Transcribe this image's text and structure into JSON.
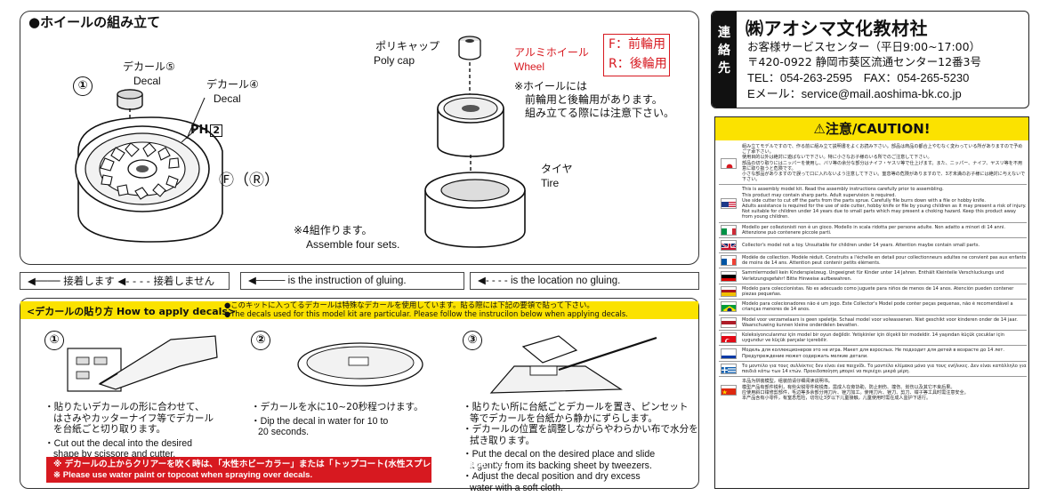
{
  "section_title": "●ホイールの組み立て",
  "labels": {
    "step_num": "①",
    "decal5_jp": "デカール⑤",
    "decal5_en": "Decal",
    "decal4_jp": "デカール④",
    "decal4_en": "Decal",
    "part_code": "PH",
    "part_code_num": "2",
    "front_rear": "Ⓕ（Ⓡ）",
    "poly_cap_jp": "ポリキャップ",
    "poly_cap_en": "Poly cap",
    "wheel_jp": "アルミホイール",
    "wheel_en": "Wheel",
    "wheel_front": "F：前輪用",
    "wheel_rear": "R：後輪用",
    "wheel_note_1": "※ホイールには",
    "wheel_note_2": "前輪用と後輪用があります。",
    "wheel_note_3": "組み立てる際には注意下さい。",
    "tire_jp": "タイヤ",
    "tire_en": "Tire",
    "sets_jp": "※4組作ります。",
    "sets_en": "Assemble four sets."
  },
  "legend": {
    "glue_jp": "接着します",
    "noglue_jp": "接着しません",
    "glue_en": "is the instruction of gluing.",
    "noglue_en": "is the location no gluing."
  },
  "decal": {
    "title": "<デカールの貼り方 How to apply decals>",
    "note_1": "●このキットに入ってるデカールは特殊なデカールを使用しています。貼る際には下記の要領で貼って下さい。",
    "note_2": "●The decals used for this model kit are particular. Please follow the instrucilon below when applying decals.",
    "steps": [
      {
        "num": "①",
        "jp": [
          "・貼りたいデカールの形に合わせて、",
          "はさみやカッターナイフ等でデカール",
          "を台紙ごと切り取ります。"
        ],
        "en": [
          "・Cut out the decal into the desired",
          "shape by scissore and cutter."
        ]
      },
      {
        "num": "②",
        "jp": [
          "・デカールを水に10~20秒程つけます。"
        ],
        "en": [
          "・Dip the decal in water for 10 to",
          "20 seconds."
        ]
      },
      {
        "num": "③",
        "jp": [
          "・貼りたい所に台紙ごとデカールを置き、ピンセット",
          "等でデカールを台紙から静かにずらします。",
          "・デカールの位置を調整しながらやわらかい布で水分を",
          "拭き取ります。"
        ],
        "en": [
          "・Put the decal on the desired place and slide",
          "it gently from its backing sheet by tweezers.",
          "・Adjust the decal position and dry excess",
          "water with a soft cloth."
        ]
      }
    ],
    "warning_jp": "※ デカールの上からクリアーを吹く時は、「水性ホビーカラー」または「トップコート(水性スプレー)」をご使用下さい。",
    "warning_en": "※ Please use water paint or topcoat when spraying over decals."
  },
  "company": {
    "contact_tab": "連絡先",
    "name": "㈱アオシマ文化教材社",
    "center": "お客様サービスセンター（平日9:00~17:00）",
    "address": "〒420-0922 静岡市葵区流通センター12番3号",
    "tel_fax": "TEL：054-263-2595　FAX：054-265-5230",
    "email": "Eメール：service@mail.aoshima-bk.co.jp"
  },
  "caution": {
    "title": "⚠注意/CAUTION!",
    "rows": [
      {
        "flag": "jp",
        "text": [
          "組み立てモデルですので、作る前に組み立て説明書をよくお読み下さい。部品は商品の都合上やむなく変わっている所がありますので予めご了承下さい。",
          "使用目的以外は絶対に遊ばないで下さい。特に小さなお子様のいる所でのご注意して下さい。",
          "部品の切り取りにはニッパーを使用し、バリ等の余分な部分はナイフ・ヤスリ等で仕上げます。また、ニッパー、ナイフ、ヤスリ等を不用意に取り扱うと危険です。",
          "小さな部品がありますので誤って口に入れないよう注意して下さい。窒息等の危険がありますので、3才未満のお子様には絶対に与えないで下さい。"
        ]
      },
      {
        "flag": "us",
        "text": [
          "This is assembly model kit. Read the assembly instructions carefully prior to assembling.",
          "This product may contain sharp parts. Adult supervision is required.",
          "Use side cutter to cut off the parts from the parts sprue. Carefully file burrs down with a file or hobby knife.",
          "Adults assistance is required for the use of side cutter, hobby knife or file by young children as it may present a risk of injury.",
          "Not suitable for children under 14 years due to small parts which may present a choking hazard. Keep this product away from young children."
        ]
      },
      {
        "flag": "it",
        "text": [
          "Modello per collezionisti non è un gioco. Modello in scala ridotta per persone adulte. Non adatto a minori di 14 anni. Attenzione può contenere piccole parti."
        ]
      },
      {
        "flag": "gb",
        "text": [
          "Collector's model not a toy. Unsuitable for children under 14 years. Attention maybe contain small parts."
        ]
      },
      {
        "flag": "fr",
        "text": [
          "Modèle de collection. Modèle réduit. Construits a l'échelle en detail pour collectionneurs adultes ne convient pas aux enfants de moins de 14 ans. Attention peut contenir petits éléments."
        ]
      },
      {
        "flag": "de",
        "text": [
          "Sammlermodell kein Kinderspielzeug. Ungeeignet für Kinder unter 14 Jahren. Enthält Kleinteile Verschluckungs und Verletzungsgefahr! Bitte Hinweise aufbewahren."
        ]
      },
      {
        "flag": "es",
        "text": [
          "Modelo para coleccionistas. No es adecuado como juguete para niños de menos de 14 anos. Atención pueden contener piezas pequeñas."
        ]
      },
      {
        "flag": "br",
        "text": [
          "Modelo para colecionadores não é um jogo. Este Collector's Model pode conter peças pequenas, não é recomendável a crianças menores de 14 anos."
        ]
      },
      {
        "flag": "nl",
        "text": [
          "Model voor verzamelaars is geen speletje. Schaal model voor volwassenen. Niet geschikt voor kinderen onder de 14 jaar. Waarschuwing kunnen kleine onderdelen bevatten."
        ]
      },
      {
        "flag": "tr",
        "text": [
          "Koleksiyonculanmız için model bir oyun değildir. Yetişkinler için ölçekli bir modeldir. 14 yaşından küçük çocuklar için uygundur ve küçük parçalar içerebilir."
        ]
      },
      {
        "flag": "ru",
        "text": [
          "Модель для коллекционеров это не игра. Макет для взрослых. Не подходит для детей в возрасте до 14 лет. Предупреждение может содержать мелкие детали."
        ]
      },
      {
        "flag": "gr",
        "text": [
          "Το μοντέλο για τους συλλέκτες δεν είναι ένα παιχνίδι. Το μοντέλο κλίμακα μόνο για τους ενήλικες. Δεν είναι κατάλληλο για παιδιά κάτω των 14 ετών. Προειδοποίηση μπορεί να περιέχει μικρά μέρη."
        ]
      },
      {
        "flag": "cn",
        "text": [
          "本品为拼装模型，组装前请仔细阅读说明书。",
          "模型产品有部件锐利，有些尖锐零件和锐角，需成人在旁协助，防止刺伤、撞伤、划伤以及其它不良后果。",
          "应使用斜口钳修剪部件，毛边等多余部分用刀片、锉刀加工。使用刀片、锉刀、剪刀、钳子等工具时需注意安全。",
          "本产品含有小零件，有窒息危险，切勿让3岁以下儿童接触，儿童使用时需在成人监护下进行。"
        ]
      }
    ]
  }
}
